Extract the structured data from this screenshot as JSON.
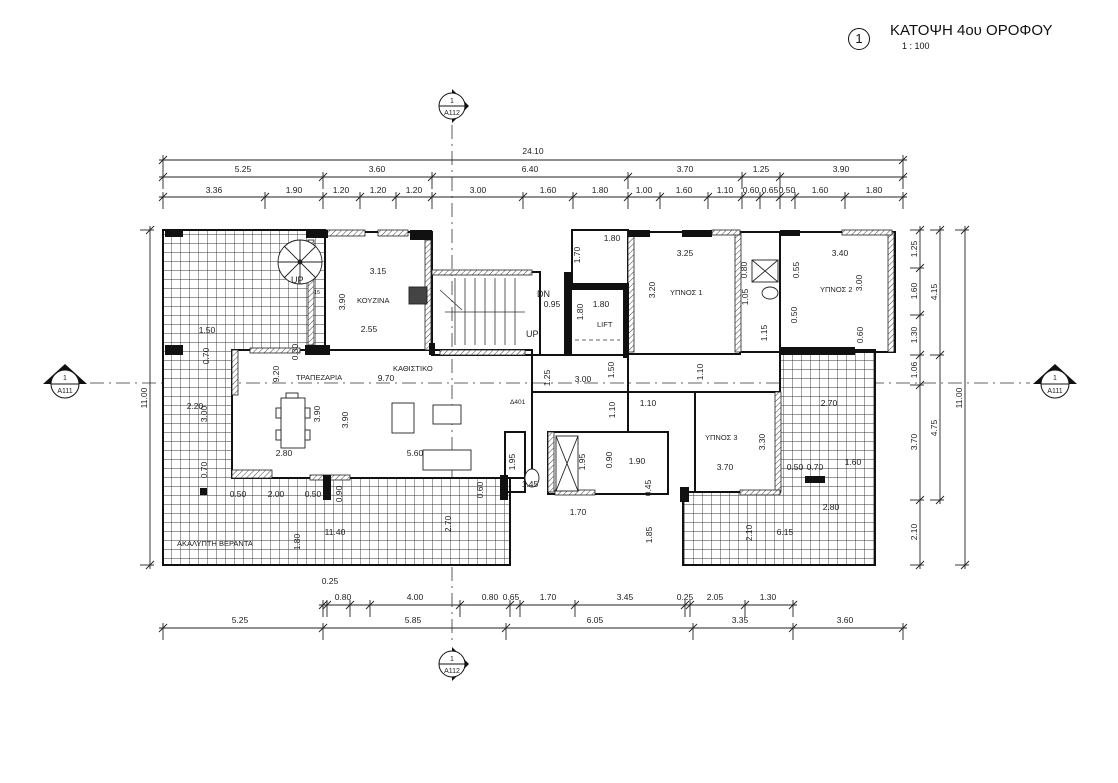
{
  "header": {
    "view_number": "1",
    "title": "ΚΑΤΟΨΗ 4ου ΟΡΟΦΟΥ",
    "scale": "1 : 100"
  },
  "section_markers": [
    {
      "number": "1",
      "sheet": "A112"
    },
    {
      "number": "1",
      "sheet": "A112"
    },
    {
      "number": "1",
      "sheet": "A111"
    },
    {
      "number": "1",
      "sheet": "A111"
    }
  ],
  "rooms": {
    "kitchen": "ΚΟΥΖΙΝΑ",
    "dining": "ΤΡΑΠΕΖΑΡΙΑ",
    "living": "ΚΑΘΙΣΤΙΚΟ",
    "bedroom1": "ΥΠΝΟΣ 1",
    "bedroom2": "ΥΠΝΟΣ 2",
    "bedroom3": "ΥΠΝΟΣ 3",
    "lift": "LIFT",
    "veranda": "ΑΚΑΛΥΠΤΗ ΒΕΡΑΝΤΑ"
  },
  "annotations": {
    "spiral_up": "UP",
    "stair_dn": "DN",
    "stair_up": "UP",
    "step_count": "15",
    "door_tag": "Δ401"
  },
  "dimensions": {
    "top_overall": [
      "24.10"
    ],
    "top_main": [
      "5.25",
      "3.60",
      "6.40",
      "3.70",
      "1.25",
      "3.90"
    ],
    "top_detail": [
      "3.36",
      "1.90",
      "1.20",
      "1.20",
      "1.20",
      "3.00",
      "1.60",
      "1.80",
      "1.00",
      "1.60",
      "1.10",
      "0.60",
      "0.65",
      "0.50",
      "1.60",
      "1.80"
    ],
    "bottom_detail": [
      "0.25",
      "0.80",
      "4.00",
      "0.80",
      "0.65",
      "1.70",
      "3.45",
      "0.25",
      "2.05",
      "1.30"
    ],
    "bottom_main": [
      "5.25",
      "5.85",
      "6.05",
      "3.35",
      "3.60"
    ],
    "right_detail": [
      "1.25",
      "1.60",
      "1.30",
      "1.06",
      "3.70",
      "2.10"
    ],
    "right_main": [
      "4.15",
      "4.75"
    ],
    "right_overall": [
      "11.00"
    ],
    "left_overall": [
      "11.00"
    ],
    "interior": [
      "3.15",
      "3.90",
      "2.55",
      "1.50",
      "0.70",
      "0.30",
      "9.20",
      "9.70",
      "2.20",
      "3.00",
      "3.90",
      "3.90",
      "2.80",
      "5.60",
      "0.70",
      "0.50",
      "2.00",
      "0.50",
      "0.90",
      "11.40",
      "1.80",
      "2.70",
      "0.60",
      "1.95",
      "1.80",
      "1.70",
      "0.95",
      "1.80",
      "1.80",
      "1.25",
      "3.00",
      "1.50",
      "1.10",
      "1.10",
      "3.25",
      "3.20",
      "0.80",
      "1.05",
      "1.15",
      "1.10",
      "3.40",
      "0.55",
      "3.00",
      "0.50",
      "0.60",
      "2.70",
      "3.30",
      "1.90",
      "3.70",
      "0.90",
      "1.95",
      "1.45",
      "0.45",
      "0.50",
      "0.70",
      "1.60",
      "2.80",
      "1.70",
      "1.85",
      "2.10",
      "6.15"
    ]
  },
  "colors": {
    "line": "#222222",
    "wall_fill": "#111111",
    "hatch": "#555555"
  }
}
